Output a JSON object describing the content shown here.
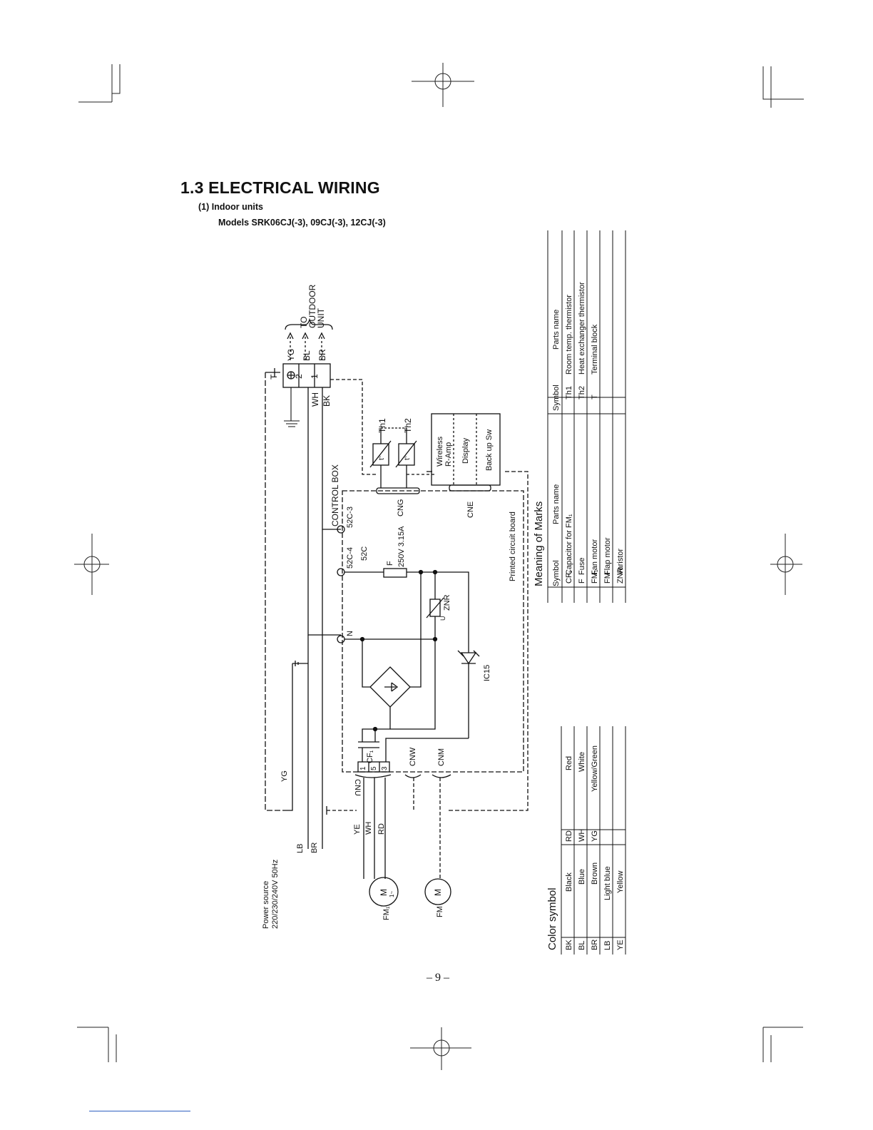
{
  "heading": {
    "title": "1.3 ELECTRICAL WIRING",
    "subtitle": "(1)  Indoor units",
    "models": "Models SRK06CJ(-3), 09CJ(-3), 12CJ(-3)"
  },
  "page_number": "– 9 –",
  "diagram": {
    "terminal_block_label": "T",
    "terminals": [
      "⊕",
      "2",
      "1"
    ],
    "outgoing_wires": [
      "YG",
      "BL",
      "BR"
    ],
    "to_outdoor": [
      "TO",
      "OUTDOOR",
      "UNIT"
    ],
    "terminal_inner_wires": [
      "WH",
      "BK"
    ],
    "thermistors": [
      "Th1",
      "Th2"
    ],
    "thermistor_symbol": "t°",
    "display_unit": [
      "Wireless",
      "R-Amp",
      "Display",
      "Back up Sw"
    ],
    "control_box": "CONTROL BOX",
    "connectors": {
      "cng": "CNG",
      "cne": "CNE",
      "cnw": "CNW",
      "cnm": "CNM",
      "cnu": "CNU"
    },
    "pcb_label": "Printed circuit board",
    "pins": {
      "c3": "52C-3",
      "c4": "52C-4",
      "c": "52C",
      "n": "N"
    },
    "fuse": [
      "F",
      "250V 3.15A"
    ],
    "varistor": "ZNR",
    "varistor_u": "U",
    "ic": "IC15",
    "capacitor": "CF₁",
    "cnu_pins": [
      "1",
      "5",
      "3"
    ],
    "power_source": [
      "Power source",
      "220/230/240V 50Hz"
    ],
    "yg_wire": "YG",
    "supply_wires": [
      "LB",
      "BR"
    ],
    "motor_wires": [
      "YE",
      "WH",
      "RD"
    ],
    "fan_motor_symbol": "M",
    "fan_motor_sub": "1~",
    "fan_motor_label": "FM₁",
    "flap_motor_label": "FM"
  },
  "meaning_of_marks": {
    "title": "Meaning of Marks",
    "headers": [
      "Symbol",
      "Parts name",
      "Symbol",
      "Parts name"
    ],
    "rows": [
      [
        "CF₁",
        "Capacitor for   FM₁",
        "Th1",
        "Room temp. thermistor"
      ],
      [
        "F",
        "Fuse",
        "Th2",
        "Heat exchanger thermistor"
      ],
      [
        "FM₁",
        "Fan motor",
        "T",
        "Terminal block"
      ],
      [
        "FM",
        "Flap motor",
        "",
        ""
      ],
      [
        "ZNR",
        "Varistor",
        "",
        ""
      ]
    ]
  },
  "color_symbol": {
    "title": "Color symbol",
    "rows": [
      [
        "BK",
        "Black",
        "RD",
        "Red"
      ],
      [
        "BL",
        "Blue",
        "WH",
        "White"
      ],
      [
        "BR",
        "Brown",
        "YG",
        "Yellow/Green"
      ],
      [
        "LB",
        "Light blue",
        "",
        ""
      ],
      [
        "YE",
        "Yellow",
        "",
        ""
      ]
    ]
  }
}
